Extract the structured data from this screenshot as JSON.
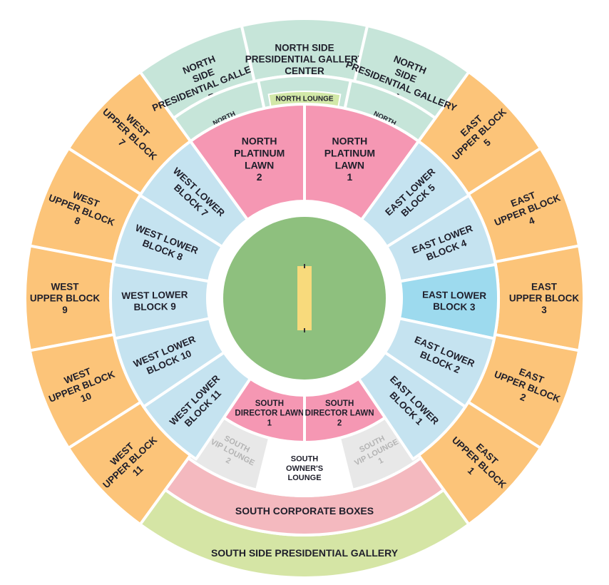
{
  "colors": {
    "upper": "#fcc479",
    "presidential": "#c6e5d9",
    "lower": "#c5e3f0",
    "lower_highlight": "#9ddaee",
    "platinum": "#f597b3",
    "south_corporate": "#f4b9bf",
    "south_gallery": "#d5e5a5",
    "vip_lounge": "#e8e8e8",
    "lounge_bar": "#d2e8a8",
    "field": "#8ec07e",
    "pitch": "#f8da7c"
  },
  "stadium": {
    "west_upper": [
      "WEST UPPER BLOCK 7",
      "WEST UPPER BLOCK 8",
      "WEST UPPER BLOCK 9",
      "WEST UPPER BLOCK 10",
      "WEST UPPER BLOCK 11"
    ],
    "east_upper": [
      "EAST UPPER BLOCK 5",
      "EAST UPPER BLOCK 4",
      "EAST UPPER BLOCK 3",
      "EAST UPPER BLOCK 2",
      "EAST UPPER BLOCK 1"
    ],
    "north_gallery": [
      "NORTH SIDE PRESIDENTIAL GALLERY B",
      "NORTH SIDE PRESIDENTIAL GALLERY CENTER",
      "NORTH SIDE PRESIDENTIAL GALLERY A"
    ],
    "south_gallery": "SOUTH SIDE PRESIDENTIAL GALLERY",
    "north_corporate": [
      "NORTH CORPORATE BOXES",
      "NORTH CORPORATE BOXES"
    ],
    "north_lounge": "NORTH LOUNGE",
    "south_corporate": "SOUTH CORPORATE BOXES",
    "south_lounges": [
      "SOUTH VIP LOUNGE 1",
      "SOUTH OWNER'S LOUNGE",
      "SOUTH VIP LOUNGE 2"
    ],
    "west_lower": [
      "WEST LOWER BLOCK 7",
      "WEST LOWER BLOCK 8",
      "WEST LOWER BLOCK 9",
      "WEST LOWER BLOCK 10",
      "WEST LOWER BLOCK 11"
    ],
    "east_lower": [
      "EAST LOWER BLOCK 5",
      "EAST LOWER BLOCK 4",
      "EAST LOWER BLOCK 3",
      "EAST LOWER BLOCK 2",
      "EAST LOWER BLOCK 1"
    ],
    "north_lawns": [
      "NORTH PLATINUM LAWN 2",
      "NORTH PLATINUM LAWN 1"
    ],
    "south_lawns": [
      "SOUTH DIRECTOR LAWN 1",
      "SOUTH DIRECTOR LAWN 2"
    ]
  }
}
